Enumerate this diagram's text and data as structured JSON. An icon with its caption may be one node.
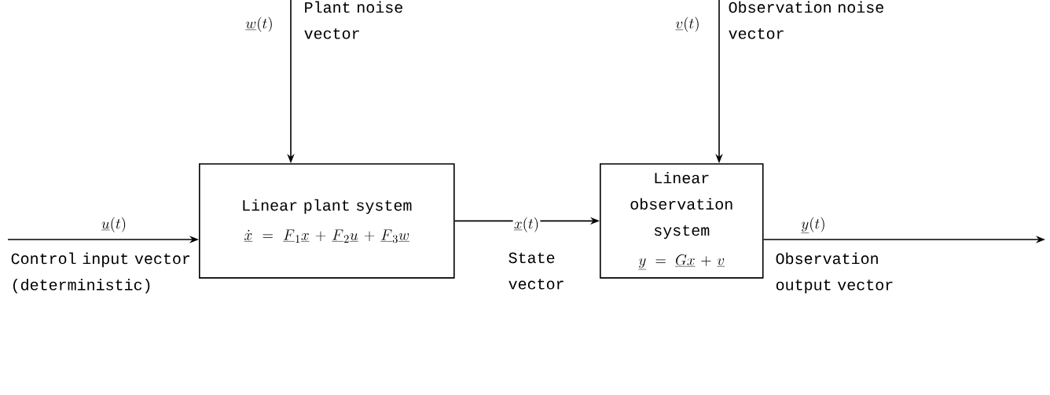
{
  "diagram": {
    "nodes": [
      {
        "text": [
          "Linear plant system",
          "\\underline{\\dot{x}} = \\underline{F}_1\\underline{x} + \\underline{F}_2\\underline{u} + \\underline{F}_3\\underline{w}"
        ]
      },
      {
        "text": [
          "Linear observation system",
          "\\underline{y} = \\underline{G}\\underline{x} + \\underline{v}"
        ]
      }
    ],
    "edges": [
      {
        "from": null,
        "to": 0,
        "arrow": "to",
        "label": "\\underline{u}(t)"
      },
      {
        "from": null,
        "to": 0,
        "arrow": "to",
        "label": "\\underline{w}(t)"
      },
      {
        "from": 0,
        "to": 1,
        "arrow": "to",
        "label": "\\underline{x}(t)"
      },
      {
        "from": null,
        "to": 1,
        "arrow": "to",
        "label": "\\underline{v}(t)"
      },
      {
        "from": 1,
        "to": null,
        "arrow": "to",
        "label": "\\underline{y}(t)"
      }
    ],
    "labels": [
      "Plant noise vector",
      "Observation noise vector",
      "Control input vector (deterministic)",
      "State vector",
      "Observation output vector"
    ]
  }
}
